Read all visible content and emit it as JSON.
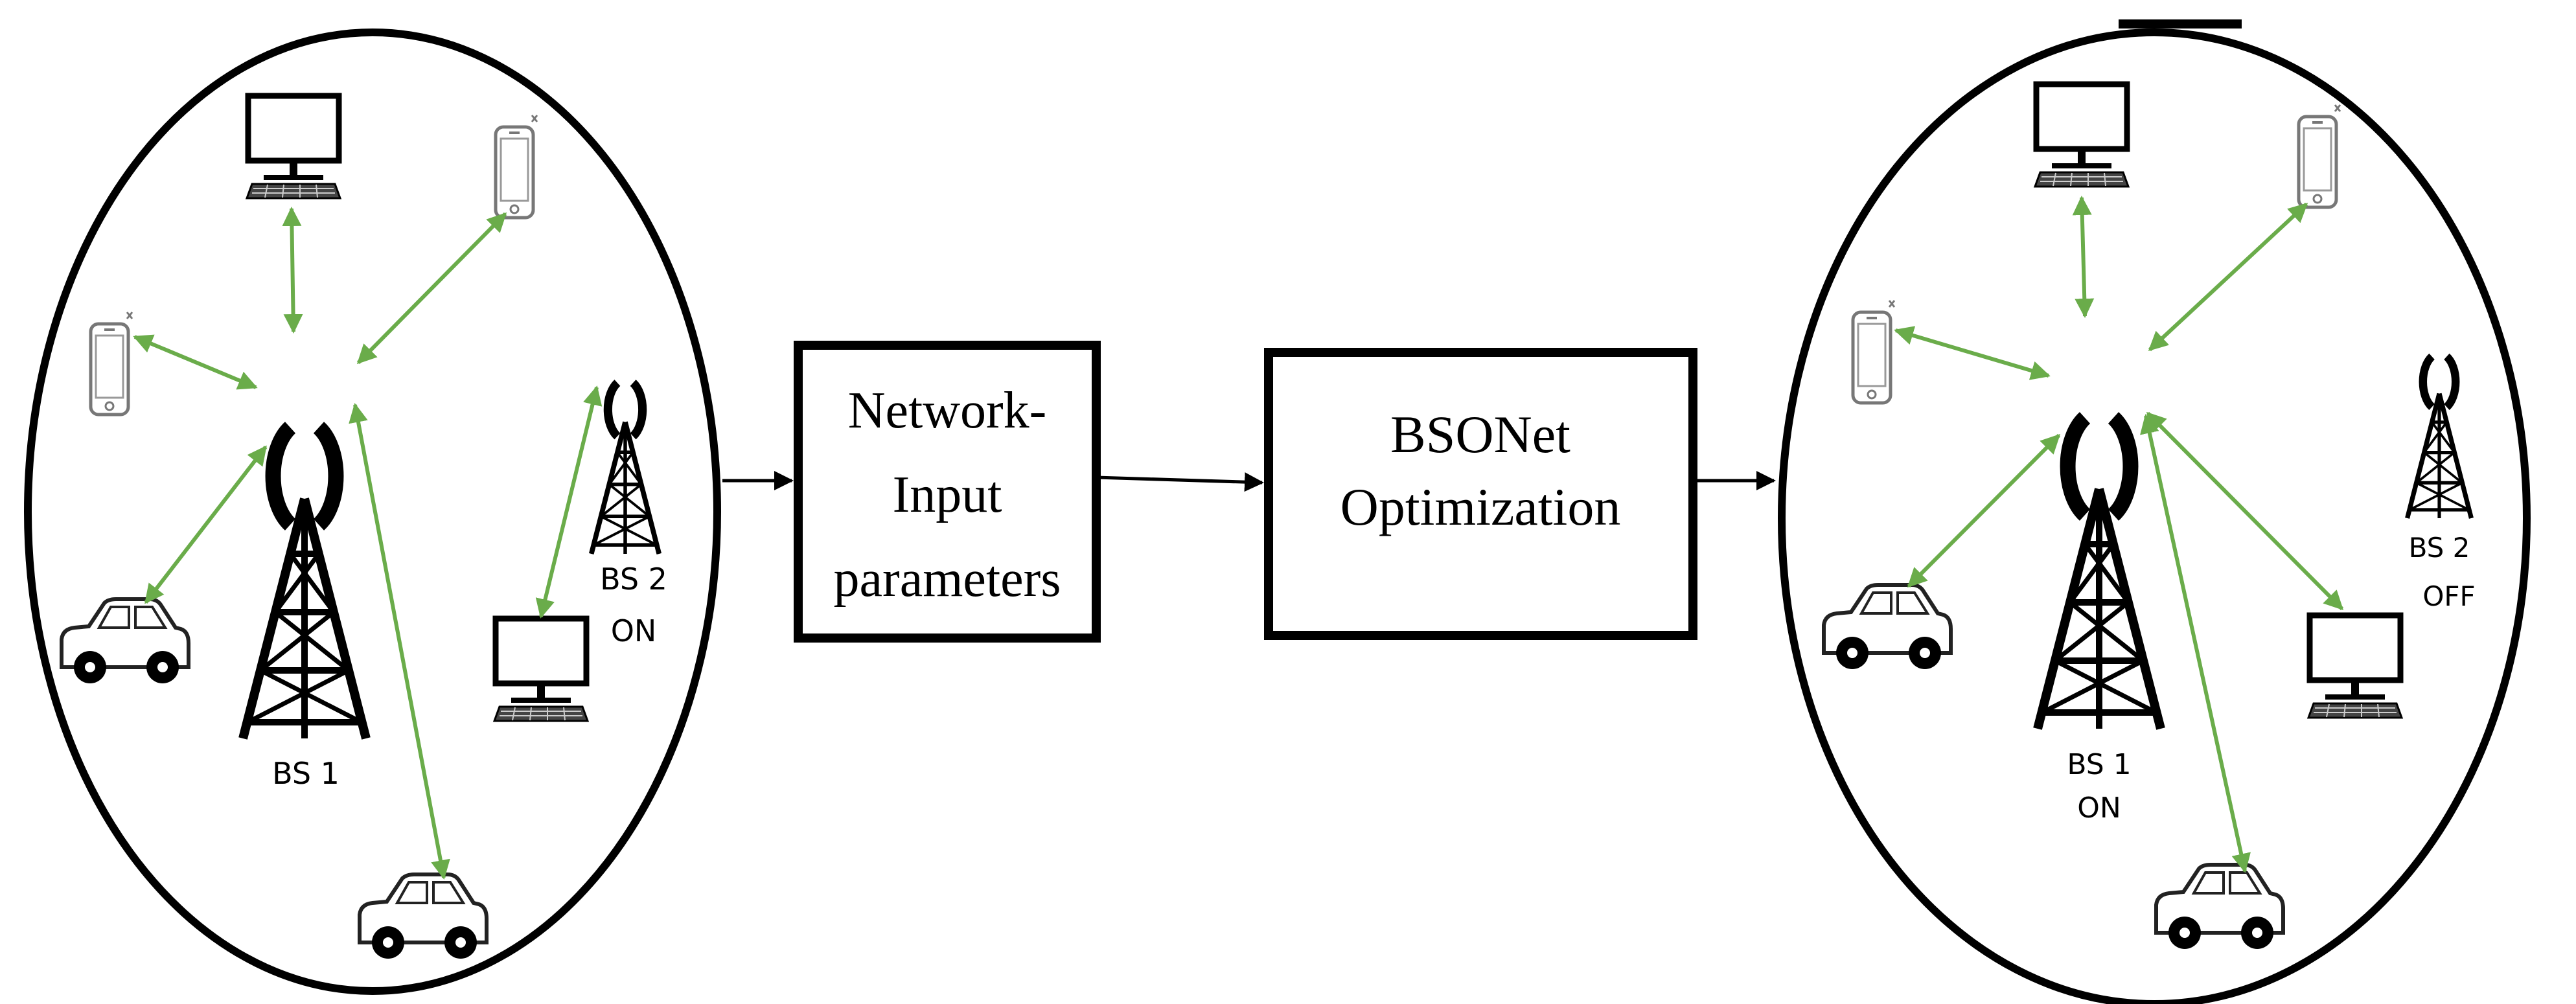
{
  "left_panel": {
    "bs1_label": "BS 1",
    "bs2_label": "BS 2",
    "bs2_status": "ON"
  },
  "process": {
    "box1_lines": [
      "Network-",
      "Input",
      "parameters"
    ],
    "box2_lines": [
      "BSONet",
      "Optimization"
    ]
  },
  "right_panel": {
    "bs1_label": "BS 1",
    "bs1_status": "ON",
    "bs2_label": "BS 2",
    "bs2_status": "OFF"
  },
  "colors": {
    "link": "#6aac4a",
    "stroke": "#000000",
    "background": "#ffffff",
    "device_outline": "#7a7a7a"
  }
}
